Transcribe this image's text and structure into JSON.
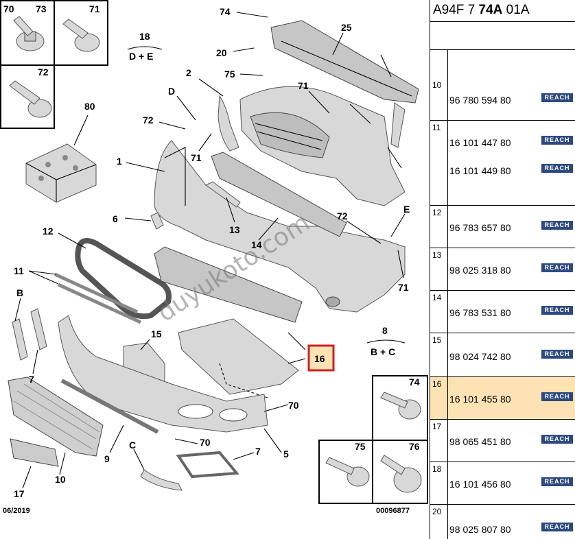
{
  "diagram": {
    "date_code": "06/2019",
    "ref_code": "00096877",
    "watermark": "duyukoto.com",
    "callouts": [
      "70",
      "73",
      "71",
      "72",
      "80",
      "18",
      "D + E",
      "74",
      "25",
      "20",
      "75",
      "2",
      "71",
      "D",
      "72",
      "71",
      "1",
      "6",
      "13",
      "14",
      "72",
      "E",
      "71",
      "12",
      "11",
      "B",
      "7",
      "8",
      "B + C",
      "15",
      "16",
      "74",
      "70",
      "70",
      "9",
      "C",
      "7",
      "5",
      "75",
      "76",
      "17",
      "10"
    ],
    "highlighted_callout": "16"
  },
  "panel": {
    "title_prefix": "A94F 7 ",
    "title_bold": "74A",
    "title_suffix": " 01A",
    "reach_label": "REACH",
    "rows": [
      {
        "index": "10",
        "parts": [
          "96 780 594 80"
        ]
      },
      {
        "index": "11",
        "parts": [
          "16 101 447 80",
          "16 101 449 80"
        ]
      },
      {
        "index": "12",
        "parts": [
          "96 783 657 80"
        ]
      },
      {
        "index": "13",
        "parts": [
          "98 025 318 80"
        ]
      },
      {
        "index": "14",
        "parts": [
          "96 783 531 80"
        ]
      },
      {
        "index": "15",
        "parts": [
          "98 024 742 80"
        ]
      },
      {
        "index": "16",
        "parts": [
          "16 101 455 80"
        ]
      },
      {
        "index": "17",
        "parts": [
          "98 065 451 80"
        ]
      },
      {
        "index": "18",
        "parts": [
          "16 101 456 80"
        ]
      },
      {
        "index": "20",
        "parts": [
          "98 025 807 80"
        ]
      }
    ],
    "highlight_color": "#fde3b4",
    "reach_color": "#2d4a80"
  }
}
